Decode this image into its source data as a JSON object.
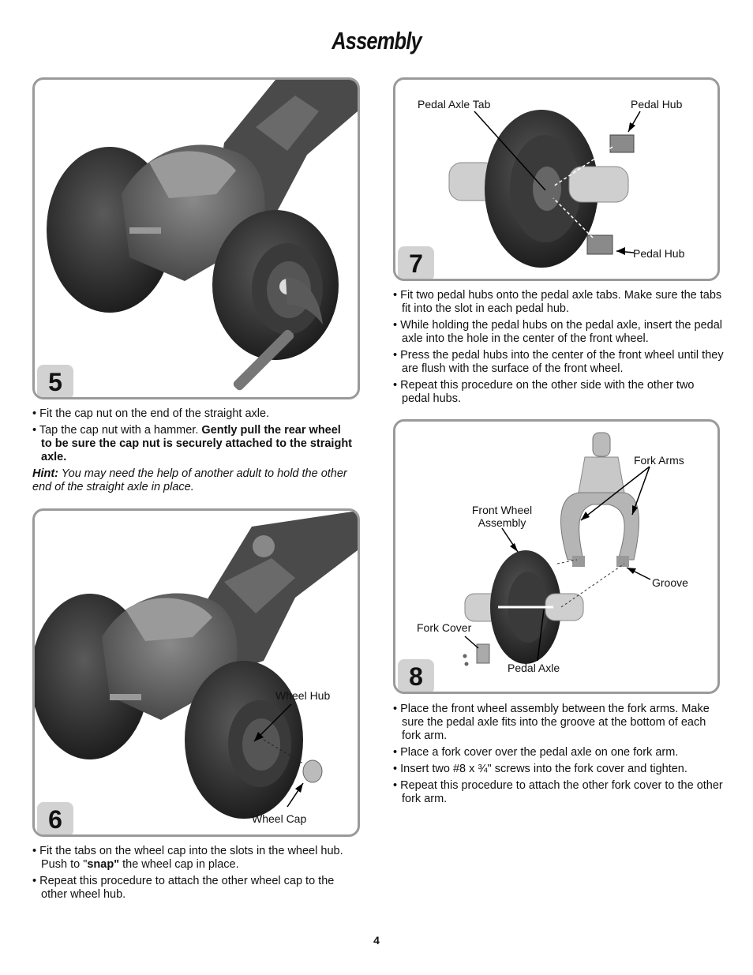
{
  "page": {
    "title": "Assembly",
    "page_number": "4"
  },
  "step5": {
    "number": "5",
    "bullet1": "• Fit the cap nut on the end of the straight axle.",
    "bullet2_start": "• Tap the cap nut with a hammer. ",
    "bullet2_bold": "Gently pull the rear wheel to be sure the cap nut is securely attached to the straight axle.",
    "hint_label": "Hint:",
    "hint_text": " You may need the help of another adult to hold the other end of the straight axle in place."
  },
  "step6": {
    "number": "6",
    "label_wheel_hub": "Wheel Hub",
    "label_wheel_cap": "Wheel Cap",
    "bullet1_start": "• Fit the tabs on the wheel cap into the slots in the wheel hub. Push to \"",
    "bullet1_bold": "snap\"",
    "bullet1_end": " the wheel cap in place.",
    "bullet2": "• Repeat this procedure to attach the other wheel cap to the other wheel hub."
  },
  "step7": {
    "number": "7",
    "label_pedal_axle_tab": "Pedal Axle Tab",
    "label_pedal_hub_top": "Pedal Hub",
    "label_pedal_hub_bottom": "Pedal Hub",
    "bullets": [
      "• Fit two pedal hubs onto the pedal axle tabs. Make sure the tabs fit into the slot in each pedal hub.",
      "• While holding the pedal hubs on the pedal axle, insert the pedal axle into the hole in the center of the front wheel.",
      "• Press the pedal hubs into the center of the front wheel until they are flush with the surface of the front wheel.",
      "• Repeat this procedure on the other side with the other two pedal hubs."
    ]
  },
  "step8": {
    "number": "8",
    "label_fork_arms": "Fork Arms",
    "label_front_wheel_assembly": "Front Wheel Assembly",
    "label_groove": "Groove",
    "label_fork_cover": "Fork Cover",
    "label_pedal_axle": "Pedal Axle",
    "bullets": [
      "• Place the front wheel assembly between the fork arms. Make sure the pedal axle fits into the groove at the bottom of each fork arm.",
      "• Place a fork cover over the pedal axle on one fork arm.",
      "• Insert two #8 x ¾\" screws into the fork cover and tighten.",
      "• Repeat this procedure to attach the other fork cover to the other fork arm."
    ]
  }
}
